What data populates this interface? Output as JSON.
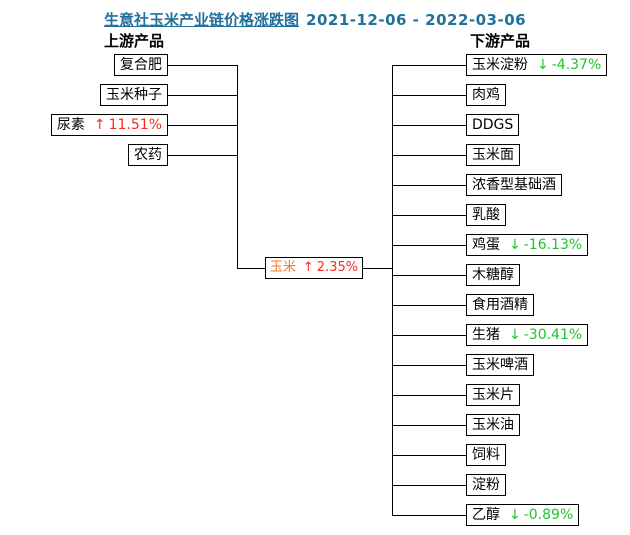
{
  "title": {
    "linked_text": "生意社玉米产业链价格涨跌图",
    "date_range": "2021-12-06 - 2022-03-06"
  },
  "section_labels": {
    "upstream": "上游产品",
    "downstream": "下游产品"
  },
  "center_node": {
    "name": "玉米",
    "arrow": "↑",
    "change": "2.35%",
    "direction": "up"
  },
  "upstream_items": [
    {
      "name": "复合肥"
    },
    {
      "name": "玉米种子"
    },
    {
      "name": "尿素",
      "arrow": "↑",
      "change": "11.51%",
      "direction": "up"
    },
    {
      "name": "农药"
    }
  ],
  "downstream_items": [
    {
      "name": "玉米淀粉",
      "arrow": "↓",
      "change": "-4.37%",
      "direction": "down"
    },
    {
      "name": "肉鸡"
    },
    {
      "name": "DDGS"
    },
    {
      "name": "玉米面"
    },
    {
      "name": "浓香型基础酒"
    },
    {
      "name": "乳酸"
    },
    {
      "name": "鸡蛋",
      "arrow": "↓",
      "change": "-16.13%",
      "direction": "down"
    },
    {
      "name": "木糖醇"
    },
    {
      "name": "食用酒精"
    },
    {
      "name": "生猪",
      "arrow": "↓",
      "change": "-30.41%",
      "direction": "down"
    },
    {
      "name": "玉米啤酒"
    },
    {
      "name": "玉米片"
    },
    {
      "name": "玉米油"
    },
    {
      "name": "饲料"
    },
    {
      "name": "淀粉"
    },
    {
      "name": "乙醇",
      "arrow": "↓",
      "change": "-0.89%",
      "direction": "down"
    }
  ],
  "colors": {
    "title_blue": "#21719c",
    "up_red": "#fa291c",
    "down_green": "#22c32e",
    "corn_orange": "#fa7328",
    "line_black": "#000000",
    "background": "#ffffff"
  }
}
